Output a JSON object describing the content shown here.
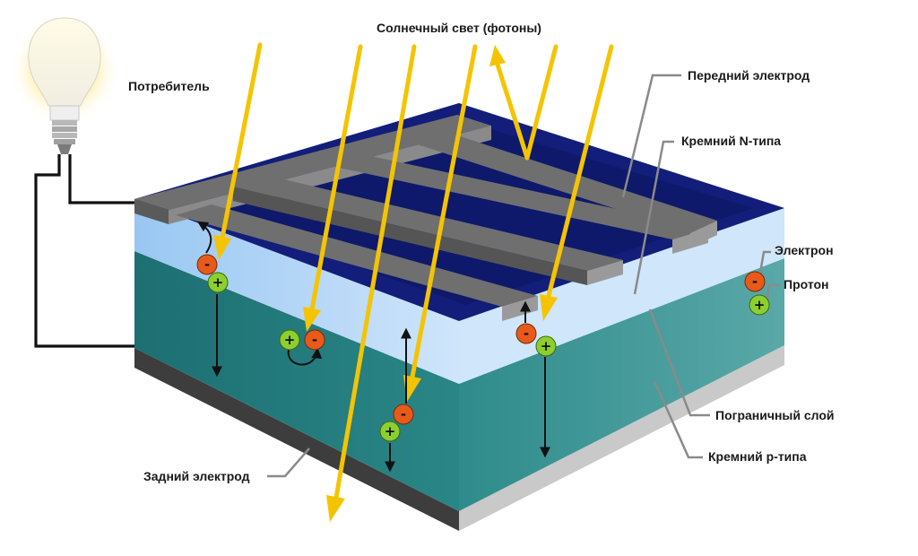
{
  "labels": {
    "sunlight": "Солнечный свет (фотоны)",
    "consumer": "Потребитель",
    "front_electrode": "Передний электрод",
    "n_silicon": "Кремний N-типа",
    "electron": "Электрон",
    "proton": "Протон",
    "junction": "Пограничный слой",
    "p_silicon": "Кремний p-типа",
    "back_electrode": "Задний электрод"
  },
  "signs": {
    "minus": "-",
    "plus": "+"
  },
  "colors": {
    "photon_arrow": "#f5c400",
    "n_layer": "#a9c9f3",
    "p_layer": "#2b8585",
    "back_layer": "#4a4a4a",
    "electrode": "#6f6f6f",
    "cell_surface": "#101d78",
    "electron": "#e85a1a",
    "proton": "#8ccf2e",
    "leader_line": "#8a8a8a"
  }
}
